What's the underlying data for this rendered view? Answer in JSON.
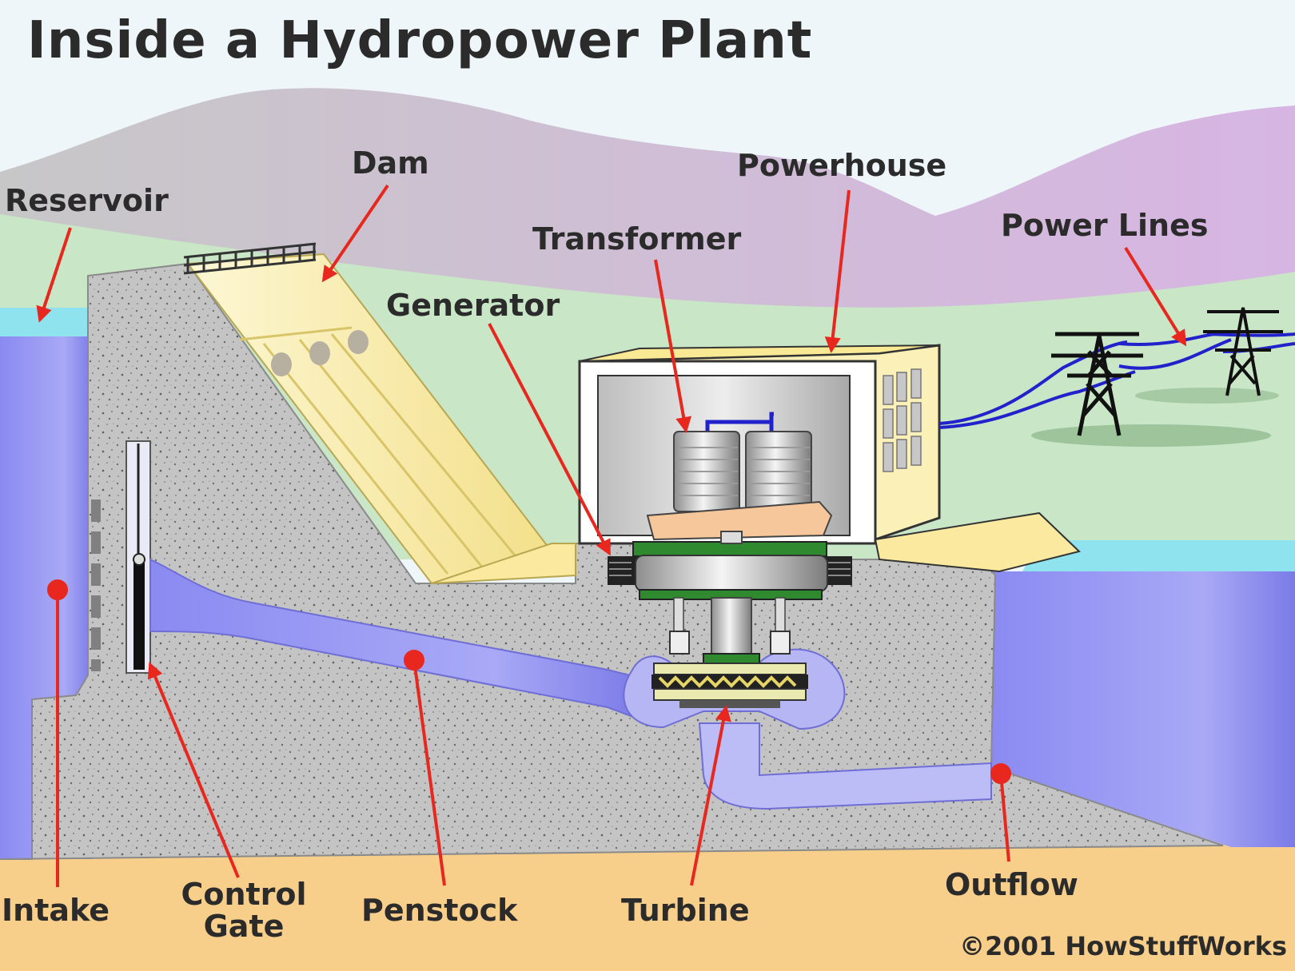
{
  "title": "Inside a Hydropower Plant",
  "labels": {
    "reservoir": "Reservoir",
    "dam": "Dam",
    "powerhouse": "Powerhouse",
    "transformer": "Transformer",
    "generator": "Generator",
    "power_lines": "Power Lines",
    "intake": "Intake",
    "control_gate_line1": "Control",
    "control_gate_line2": "Gate",
    "penstock": "Penstock",
    "turbine": "Turbine",
    "outflow": "Outflow"
  },
  "copyright": "©2001 HowStuffWorks",
  "colors": {
    "sky": "#eef6fa",
    "mountain": "#c8c8c8",
    "mountain_right": "#d3b9de",
    "grass": "#c9e6c6",
    "water": "#8c8cf0",
    "water_surface": "#8fe3ee",
    "concrete": "#c4c4c4",
    "ground": "#f8cf8a",
    "dam_face": "#fbf0b8",
    "pointer": "#e8281f"
  }
}
